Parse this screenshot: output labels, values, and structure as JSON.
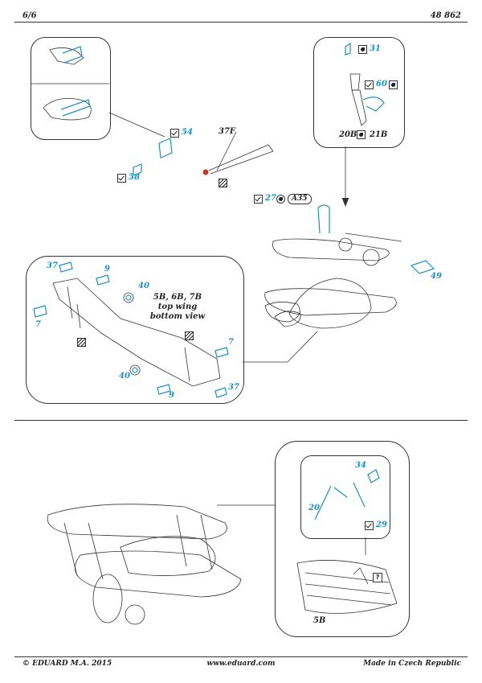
{
  "header": {
    "page": "6/6",
    "kit_number": "48 862"
  },
  "footer": {
    "copyright": "© EDUARD  M.A. 2015",
    "website": "www.eduard.com",
    "origin": "Made in Czech Republic"
  },
  "colors": {
    "part_blue": "#1c8fc9",
    "line": "#333333",
    "red_part": "#c0392b"
  },
  "top_left": {
    "part_54": "54",
    "part_58": "58",
    "part_37f": "37F"
  },
  "top_right": {
    "part_31": "31",
    "part_60": "60",
    "ref_20b": "20B",
    "ref_21b": "21B"
  },
  "center": {
    "part_27": "27",
    "ref_a35": "A35",
    "part_49": "49"
  },
  "wing_view": {
    "caption_line1": "5B, 6B, 7B",
    "caption_line2": "top wing",
    "caption_line3": "bottom view",
    "parts": [
      "37",
      "9",
      "40",
      "7",
      "40",
      "7",
      "9",
      "37"
    ]
  },
  "lower_detail": {
    "part_34": "34",
    "part_20": "20",
    "part_29": "29",
    "ref_5b": "5B",
    "unknown_mark": "?"
  }
}
